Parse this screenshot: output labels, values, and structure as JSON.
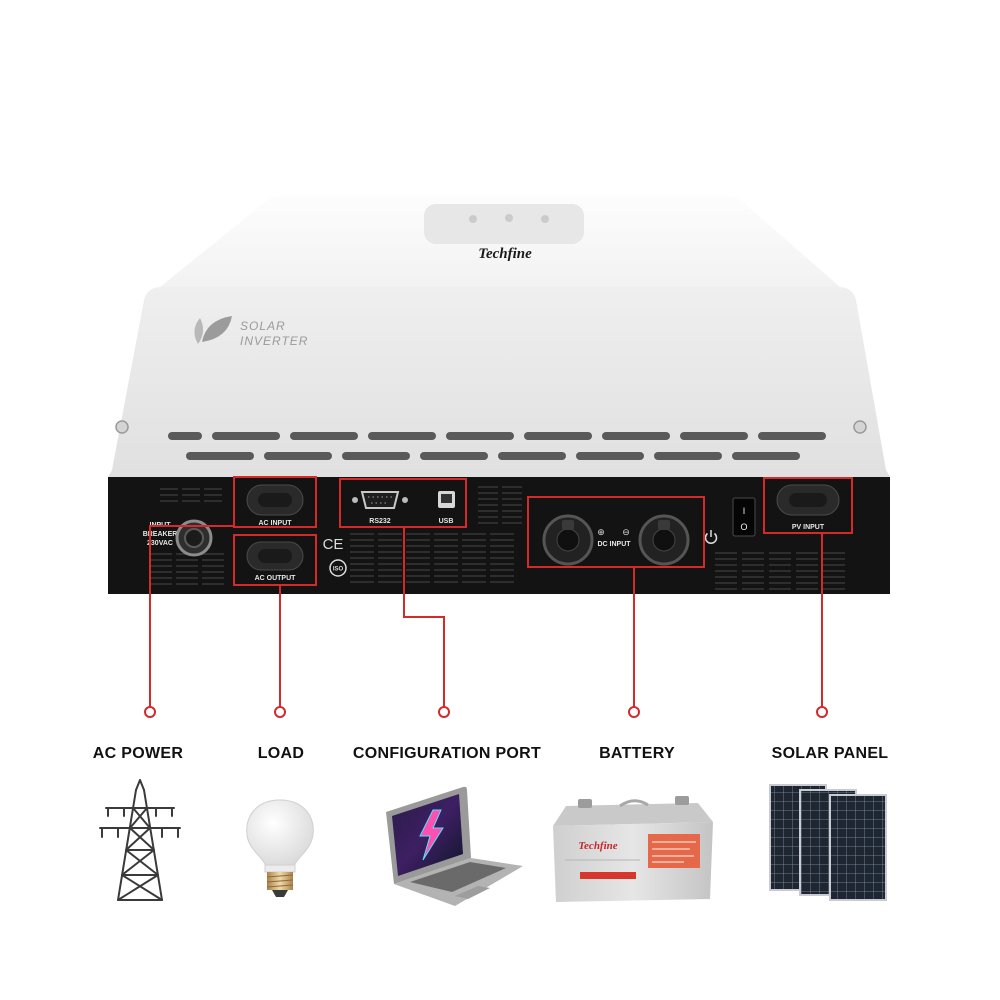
{
  "brand": {
    "name": "Techfine"
  },
  "logo": {
    "line1": "SOLAR",
    "line2": "INVERTER"
  },
  "front_panel": {
    "breaker": {
      "line1": "INPUT",
      "line2": "BREAKER",
      "line3": "230VAC"
    },
    "ac_input": "AC INPUT",
    "ac_output": "AC OUTPUT",
    "rs232": "RS232",
    "usb": "USB",
    "dc_plus": "⊕",
    "dc_minus": "⊖",
    "dc_input": "DC INPUT",
    "pv_input": "PV INPUT",
    "ce_mark": "CE",
    "iso_mark": "ISO",
    "switch_on": "I",
    "switch_off": "O"
  },
  "callouts": [
    {
      "label": "AC POWER",
      "icon": "transmission-tower-icon"
    },
    {
      "label": "LOAD",
      "icon": "light-bulb-icon"
    },
    {
      "label": "CONFIGURATION PORT",
      "icon": "laptop-icon"
    },
    {
      "label": "BATTERY",
      "icon": "battery-icon"
    },
    {
      "label": "SOLAR PANEL",
      "icon": "solar-panel-icon"
    }
  ],
  "battery": {
    "brand": "Techfine"
  },
  "colors": {
    "accent": "#d42a2a",
    "panel": "#131313",
    "body": "#ececec"
  }
}
